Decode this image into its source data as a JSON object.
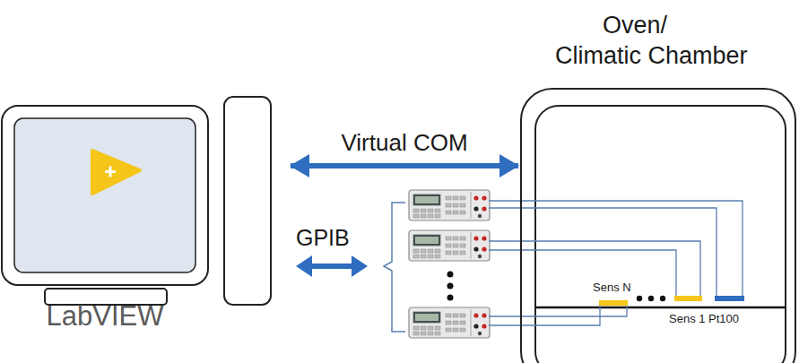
{
  "diagram": {
    "nodes": [
      {
        "text": [
          "LabVIEW"
        ]
      },
      {
        "text": [
          "Oven/ Climatic Chamber"
        ]
      }
    ],
    "edges": [
      {
        "from": 0,
        "to": 1,
        "arrow": "both",
        "label": "Virtual COM"
      }
    ],
    "labels": [
      "GPIB",
      "Sens N",
      "Sens 1 Pt100"
    ]
  }
}
